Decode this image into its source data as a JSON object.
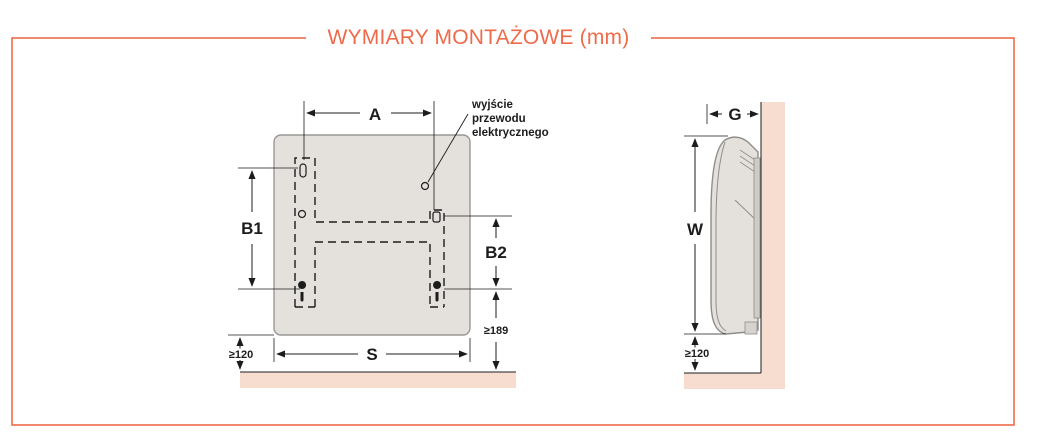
{
  "title": "WYMIARY MONTAŻOWE (mm)",
  "labels": {
    "A": "A",
    "B1": "B1",
    "B2": "B2",
    "S": "S",
    "G": "G",
    "W": "W",
    "floor_gap_front": "≥120",
    "right_gap": "≥189",
    "floor_gap_side": "≥120"
  },
  "cable_note": [
    "wyjście",
    "przewodu",
    "elektrycznego"
  ],
  "colors": {
    "accent": "#ef6a4a",
    "panel": "#e4e1dd",
    "wall": "#f7ddd0",
    "line": "#1c1c1c"
  }
}
